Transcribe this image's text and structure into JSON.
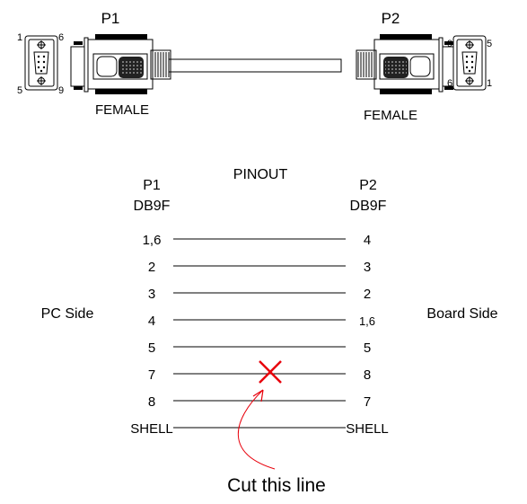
{
  "connectors": {
    "p1_label": "P1",
    "p2_label": "P2",
    "p1_gender": "FEMALE",
    "p2_gender": "FEMALE",
    "p1_face_pins": {
      "top_left": "1",
      "top_right": "6",
      "bottom_left": "5",
      "bottom_right": "9"
    },
    "p2_face_pins": {
      "top_left": "9",
      "top_right": "5",
      "bottom_left": "6",
      "bottom_right": "1"
    }
  },
  "pinout": {
    "title": "PINOUT",
    "left_header": "P1",
    "left_subheader": "DB9F",
    "right_header": "P2",
    "right_subheader": "DB9F",
    "left_side_label": "PC Side",
    "right_side_label": "Board Side",
    "rows": [
      {
        "left": "1,6",
        "right": "4",
        "cut": false
      },
      {
        "left": "2",
        "right": "3",
        "cut": false
      },
      {
        "left": "3",
        "right": "2",
        "cut": false
      },
      {
        "left": "4",
        "right": "1,6",
        "cut": false
      },
      {
        "left": "5",
        "right": "5",
        "cut": false
      },
      {
        "left": "7",
        "right": "8",
        "cut": true
      },
      {
        "left": "8",
        "right": "7",
        "cut": false
      },
      {
        "left": "SHELL",
        "right": "SHELL",
        "cut": false
      }
    ]
  },
  "annotation": {
    "text": "Cut this line",
    "color": "#e8000b"
  }
}
